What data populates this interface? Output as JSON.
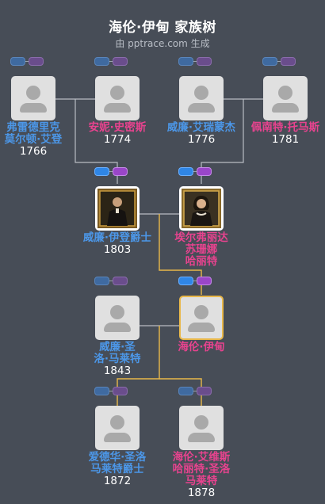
{
  "header": {
    "title": "海伦·伊甸 家族树",
    "subtitle": "由 pptrace.com 生成"
  },
  "colors": {
    "background": "#474d57",
    "male": "#4c97e8",
    "female": "#e8438f",
    "connector": "#b8bcc3",
    "selected_connector": "#e9b84a"
  },
  "people": [
    {
      "name_lines": [
        "弗雷德里克",
        "莫尔顿·艾登"
      ],
      "year": "1766",
      "gender": "male",
      "tags": "dim"
    },
    {
      "name_lines": [
        "安妮·史密斯"
      ],
      "year": "1774",
      "gender": "female",
      "tags": "dim"
    },
    {
      "name_lines": [
        "威廉·艾瑞蒙杰"
      ],
      "year": "1776",
      "gender": "male",
      "tags": "dim"
    },
    {
      "name_lines": [
        "佩南特·托马斯"
      ],
      "year": "1781",
      "gender": "female",
      "tags": "dim"
    },
    {
      "name_lines": [
        "威廉·伊登爵士"
      ],
      "year": "1803",
      "gender": "male",
      "tags": "on",
      "portrait": true
    },
    {
      "name_lines": [
        "埃尔弗丽达",
        "苏珊娜",
        "哈丽特"
      ],
      "year": "",
      "gender": "female",
      "tags": "on",
      "portrait": true
    },
    {
      "name_lines": [
        "威廉·圣",
        "洛·马莱特"
      ],
      "year": "1843",
      "gender": "male",
      "tags": "dim"
    },
    {
      "name_lines": [
        "海伦·伊甸"
      ],
      "year": "",
      "gender": "female",
      "tags": "on",
      "selected": true
    },
    {
      "name_lines": [
        "爱德华·圣洛",
        "马莱特爵士"
      ],
      "year": "1872",
      "gender": "male",
      "tags": "dim"
    },
    {
      "name_lines": [
        "海伦·艾维斯",
        "哈丽特·圣洛",
        "马莱特"
      ],
      "year": "1878",
      "gender": "female",
      "tags": "dim"
    }
  ]
}
